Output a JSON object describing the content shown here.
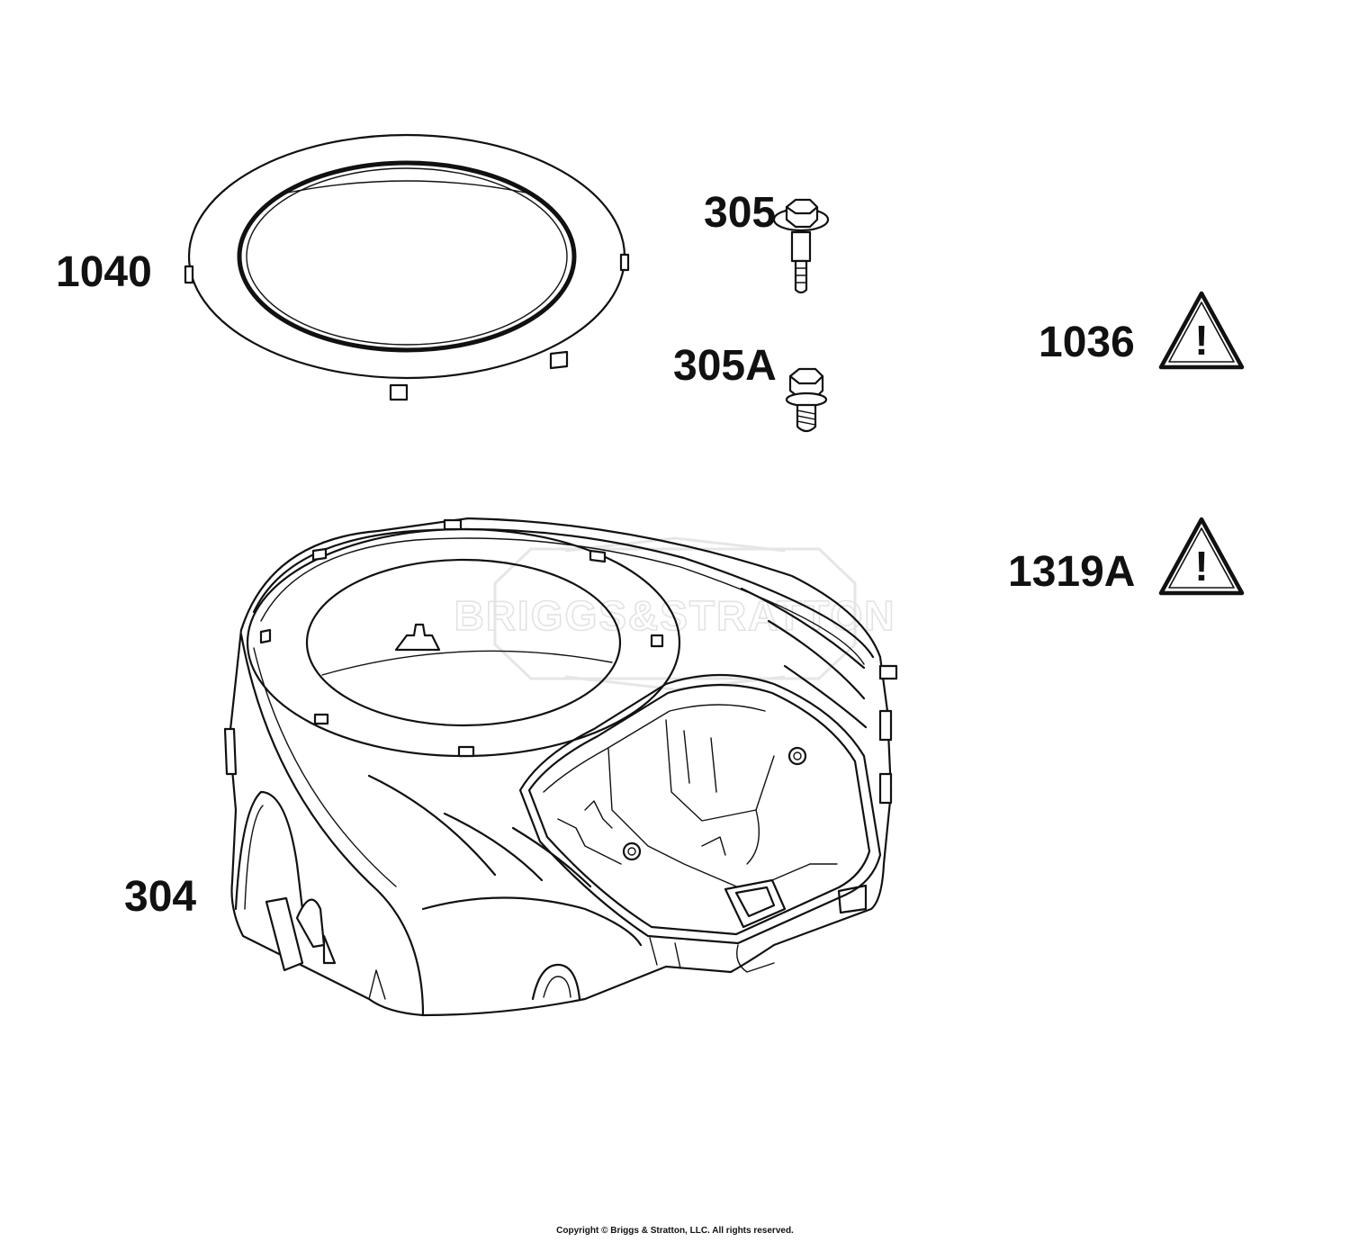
{
  "parts": [
    {
      "id": "1040",
      "label": "1040",
      "name": "ring"
    },
    {
      "id": "305",
      "label": "305",
      "name": "screw"
    },
    {
      "id": "305A",
      "label": "305A",
      "name": "screw"
    },
    {
      "id": "1036",
      "label": "1036",
      "name": "warning-decal"
    },
    {
      "id": "1319A",
      "label": "1319A",
      "name": "warning-decal"
    },
    {
      "id": "304",
      "label": "304",
      "name": "blower-housing"
    }
  ],
  "warning_glyph": "!",
  "icons": [
    "warning-triangle-icon"
  ],
  "watermark": "BRIGGS&STRATTON",
  "copyright": "Copyright © Briggs & Stratton, LLC. All rights reserved."
}
